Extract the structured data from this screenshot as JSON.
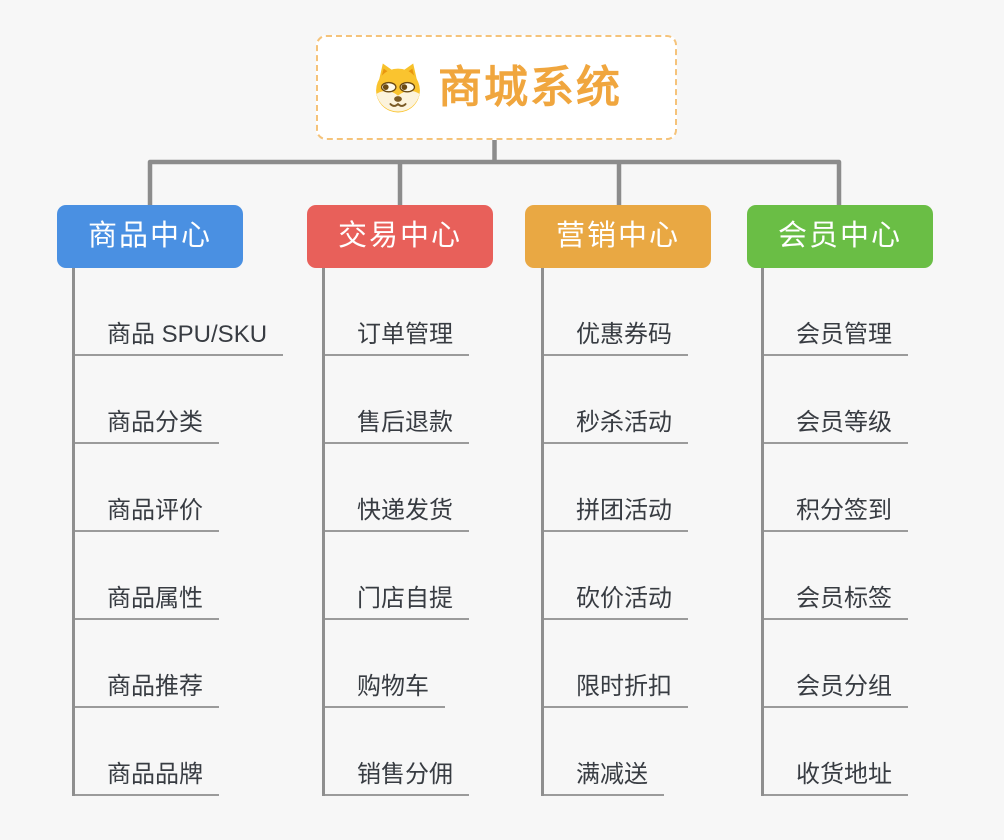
{
  "page": {
    "background": "#F7F7F7"
  },
  "root": {
    "title": "商城系统",
    "icon": "dog-face-icon",
    "text_color": "#F0A63E",
    "border_color": "#F5C37A"
  },
  "connector_color": "#8C8C8C",
  "branches": [
    {
      "label": "商品中心",
      "color": "#4A90E2",
      "children": [
        "商品 SPU/SKU",
        "商品分类",
        "商品评价",
        "商品属性",
        "商品推荐",
        "商品品牌"
      ]
    },
    {
      "label": "交易中心",
      "color": "#E8605A",
      "children": [
        "订单管理",
        "售后退款",
        "快递发货",
        "门店自提",
        "购物车",
        "销售分佣"
      ]
    },
    {
      "label": "营销中心",
      "color": "#E9A843",
      "children": [
        "优惠券码",
        "秒杀活动",
        "拼团活动",
        "砍价活动",
        "限时折扣",
        "满减送"
      ]
    },
    {
      "label": "会员中心",
      "color": "#6ABE45",
      "children": [
        "会员管理",
        "会员等级",
        "积分签到",
        "会员标签",
        "会员分组",
        "收货地址"
      ]
    }
  ]
}
